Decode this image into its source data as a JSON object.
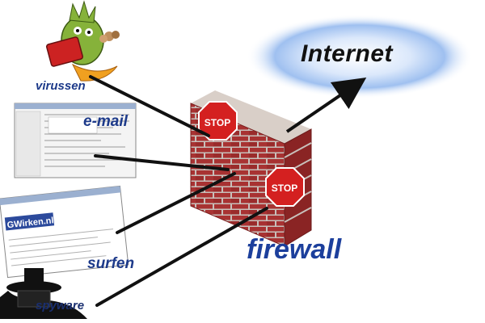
{
  "labels": {
    "internet": "Internet",
    "firewall": "firewall",
    "virussen": "virussen",
    "email": "e-mail",
    "surfen": "surfen",
    "spyware": "spyware"
  },
  "stop_signs": [
    "STOP",
    "STOP"
  ],
  "screens": {
    "browser_logo": "GWirken.nl"
  },
  "colors": {
    "label_blue": "#1d3a8a",
    "brick_red": "#a83232",
    "stop_red": "#d42020",
    "cloud_blue": "#6fa0e8",
    "arrow_black": "#111111"
  }
}
